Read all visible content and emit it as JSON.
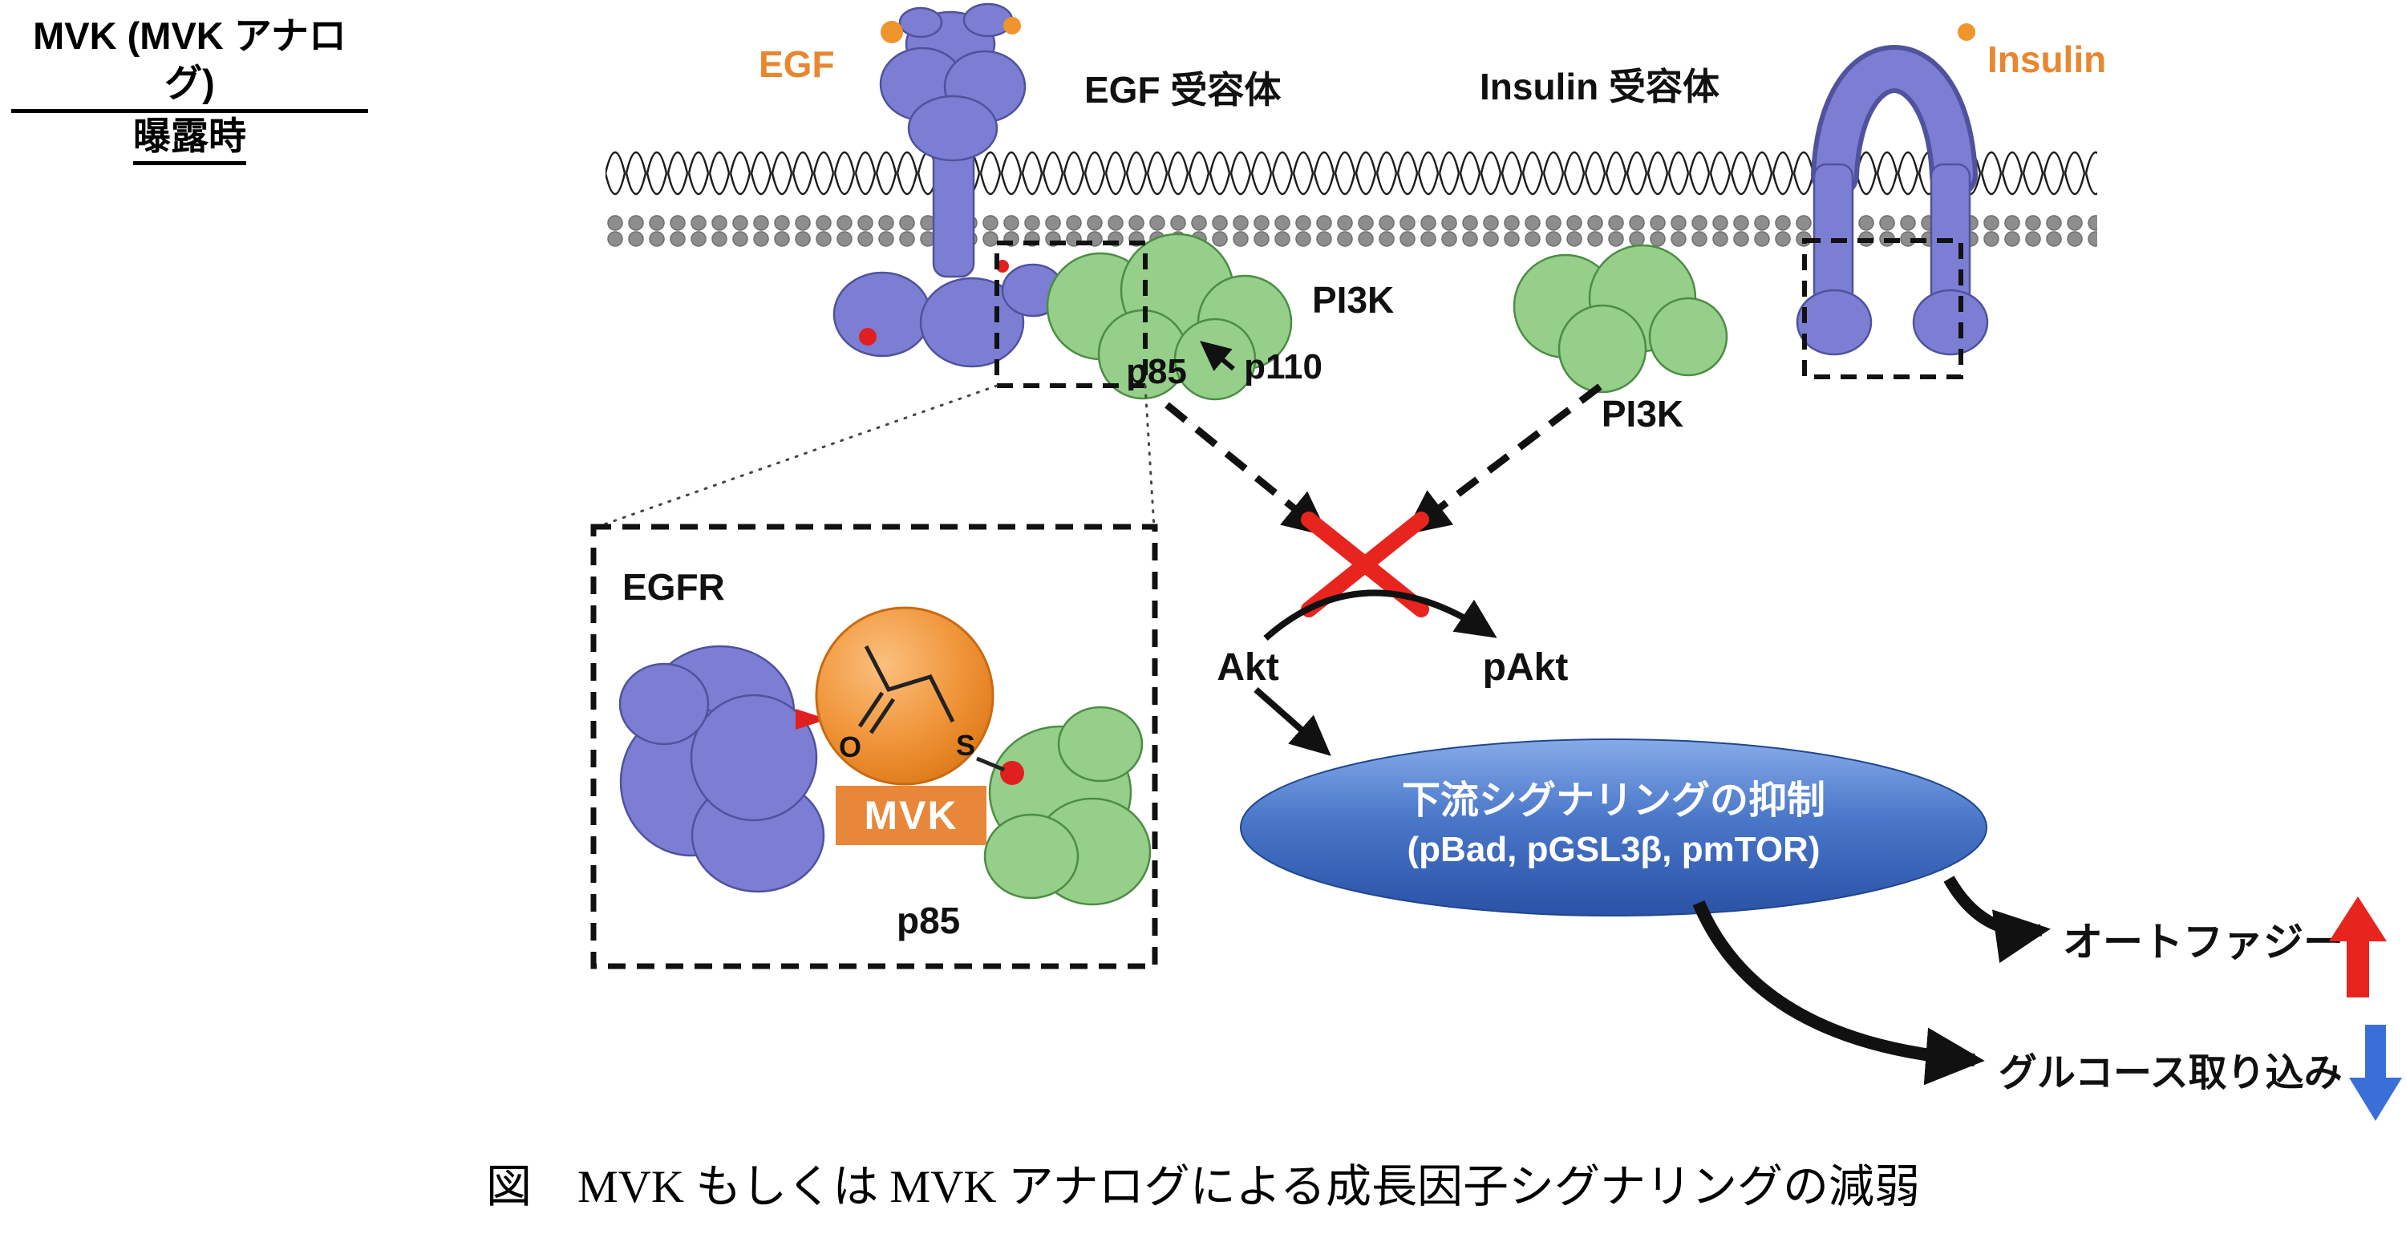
{
  "title": {
    "line1": "MVK (MVK アナログ)",
    "line2": "曝露時"
  },
  "membrane_labels": {
    "egf": "EGF",
    "egf_receptor": "EGF 受容体",
    "insulin_receptor": "Insulin 受容体",
    "insulin": "Insulin"
  },
  "signaling": {
    "pi3k_left": "PI3K",
    "p85": "p85",
    "p110": "p110",
    "pi3k_right": "PI3K",
    "akt": "Akt",
    "pakt": "pAkt"
  },
  "inhibition_bubble": {
    "line1": "下流シグナリングの抑制",
    "line2": "(pBad, pGSL3β, pmTOR)"
  },
  "outcomes": {
    "autophagy": "オートファジー",
    "autophagy_direction": "up",
    "glucose": "グルコース取り込み",
    "glucose_direction": "down"
  },
  "inset": {
    "egfr": "EGFR",
    "mvk": "MVK",
    "p85": "p85",
    "atom_o": "O",
    "atom_s": "S"
  },
  "caption": "図　MVK もしくは MVK アナログによる成長因子シグナリングの減弱",
  "colors": {
    "accent_orange": "#E8873A",
    "ligand_orange": "#F0942D",
    "inhibit_red": "#E8241F",
    "arrow_blue": "#3A6FD8",
    "bubble_blue_top": "#86ABE8",
    "bubble_blue_bottom": "#2A52A6",
    "protein_blue": "#7B7ED2",
    "protein_green": "#95CF8A",
    "membrane_gray": "#8D8D8D"
  }
}
